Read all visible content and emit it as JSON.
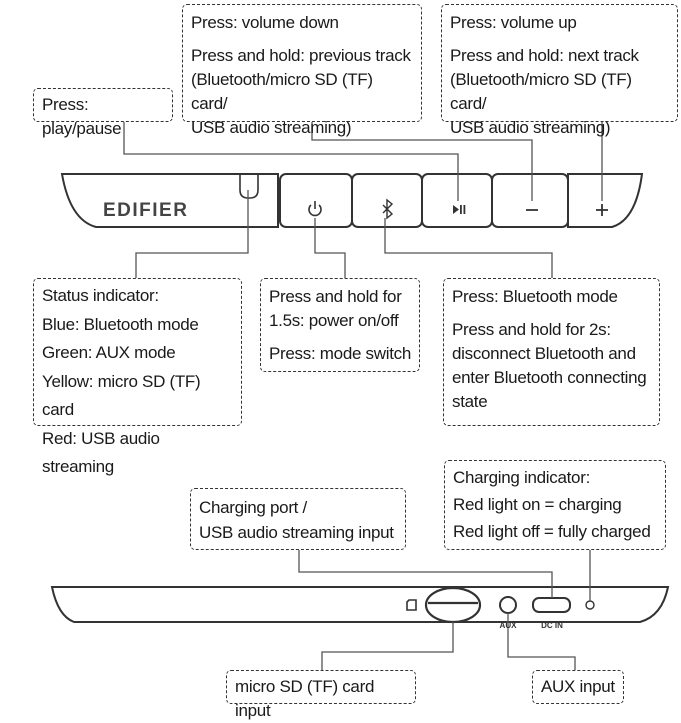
{
  "top_device": {
    "brand": "EDIFIER",
    "callouts": {
      "play_pause": {
        "lines": [
          "Press: play/pause"
        ]
      },
      "volume_down": {
        "lines": [
          "Press: volume down",
          "Press and hold: previous track",
          "(Bluetooth/micro SD (TF) card/",
          "USB audio streaming)"
        ]
      },
      "volume_up": {
        "lines": [
          "Press: volume up",
          "Press and hold: next track",
          "(Bluetooth/micro SD (TF) card/",
          "USB audio streaming)"
        ]
      },
      "status_indicator": {
        "lines": [
          "Status indicator:",
          "Blue: Bluetooth mode",
          "Green: AUX mode",
          "Yellow: micro SD (TF) card",
          "Red: USB audio streaming"
        ]
      },
      "power": {
        "lines": [
          "Press and hold for",
          "1.5s: power on/off",
          "Press: mode switch"
        ]
      },
      "bluetooth": {
        "lines": [
          "Press: Bluetooth mode",
          "Press and hold for 2s:",
          "disconnect Bluetooth and",
          "enter Bluetooth connecting",
          "state"
        ]
      }
    }
  },
  "bottom_device": {
    "port_labels": {
      "aux": "AUX",
      "dc_in": "DC IN"
    },
    "callouts": {
      "charging_port": {
        "lines": [
          "Charging port /",
          "USB audio streaming input"
        ]
      },
      "charging_indicator": {
        "lines": [
          "Charging indicator:",
          "Red light on = charging",
          "Red light off = fully charged"
        ]
      },
      "micro_sd": {
        "lines": [
          "micro SD (TF) card input"
        ]
      },
      "aux_input": {
        "lines": [
          "AUX input"
        ]
      }
    }
  }
}
